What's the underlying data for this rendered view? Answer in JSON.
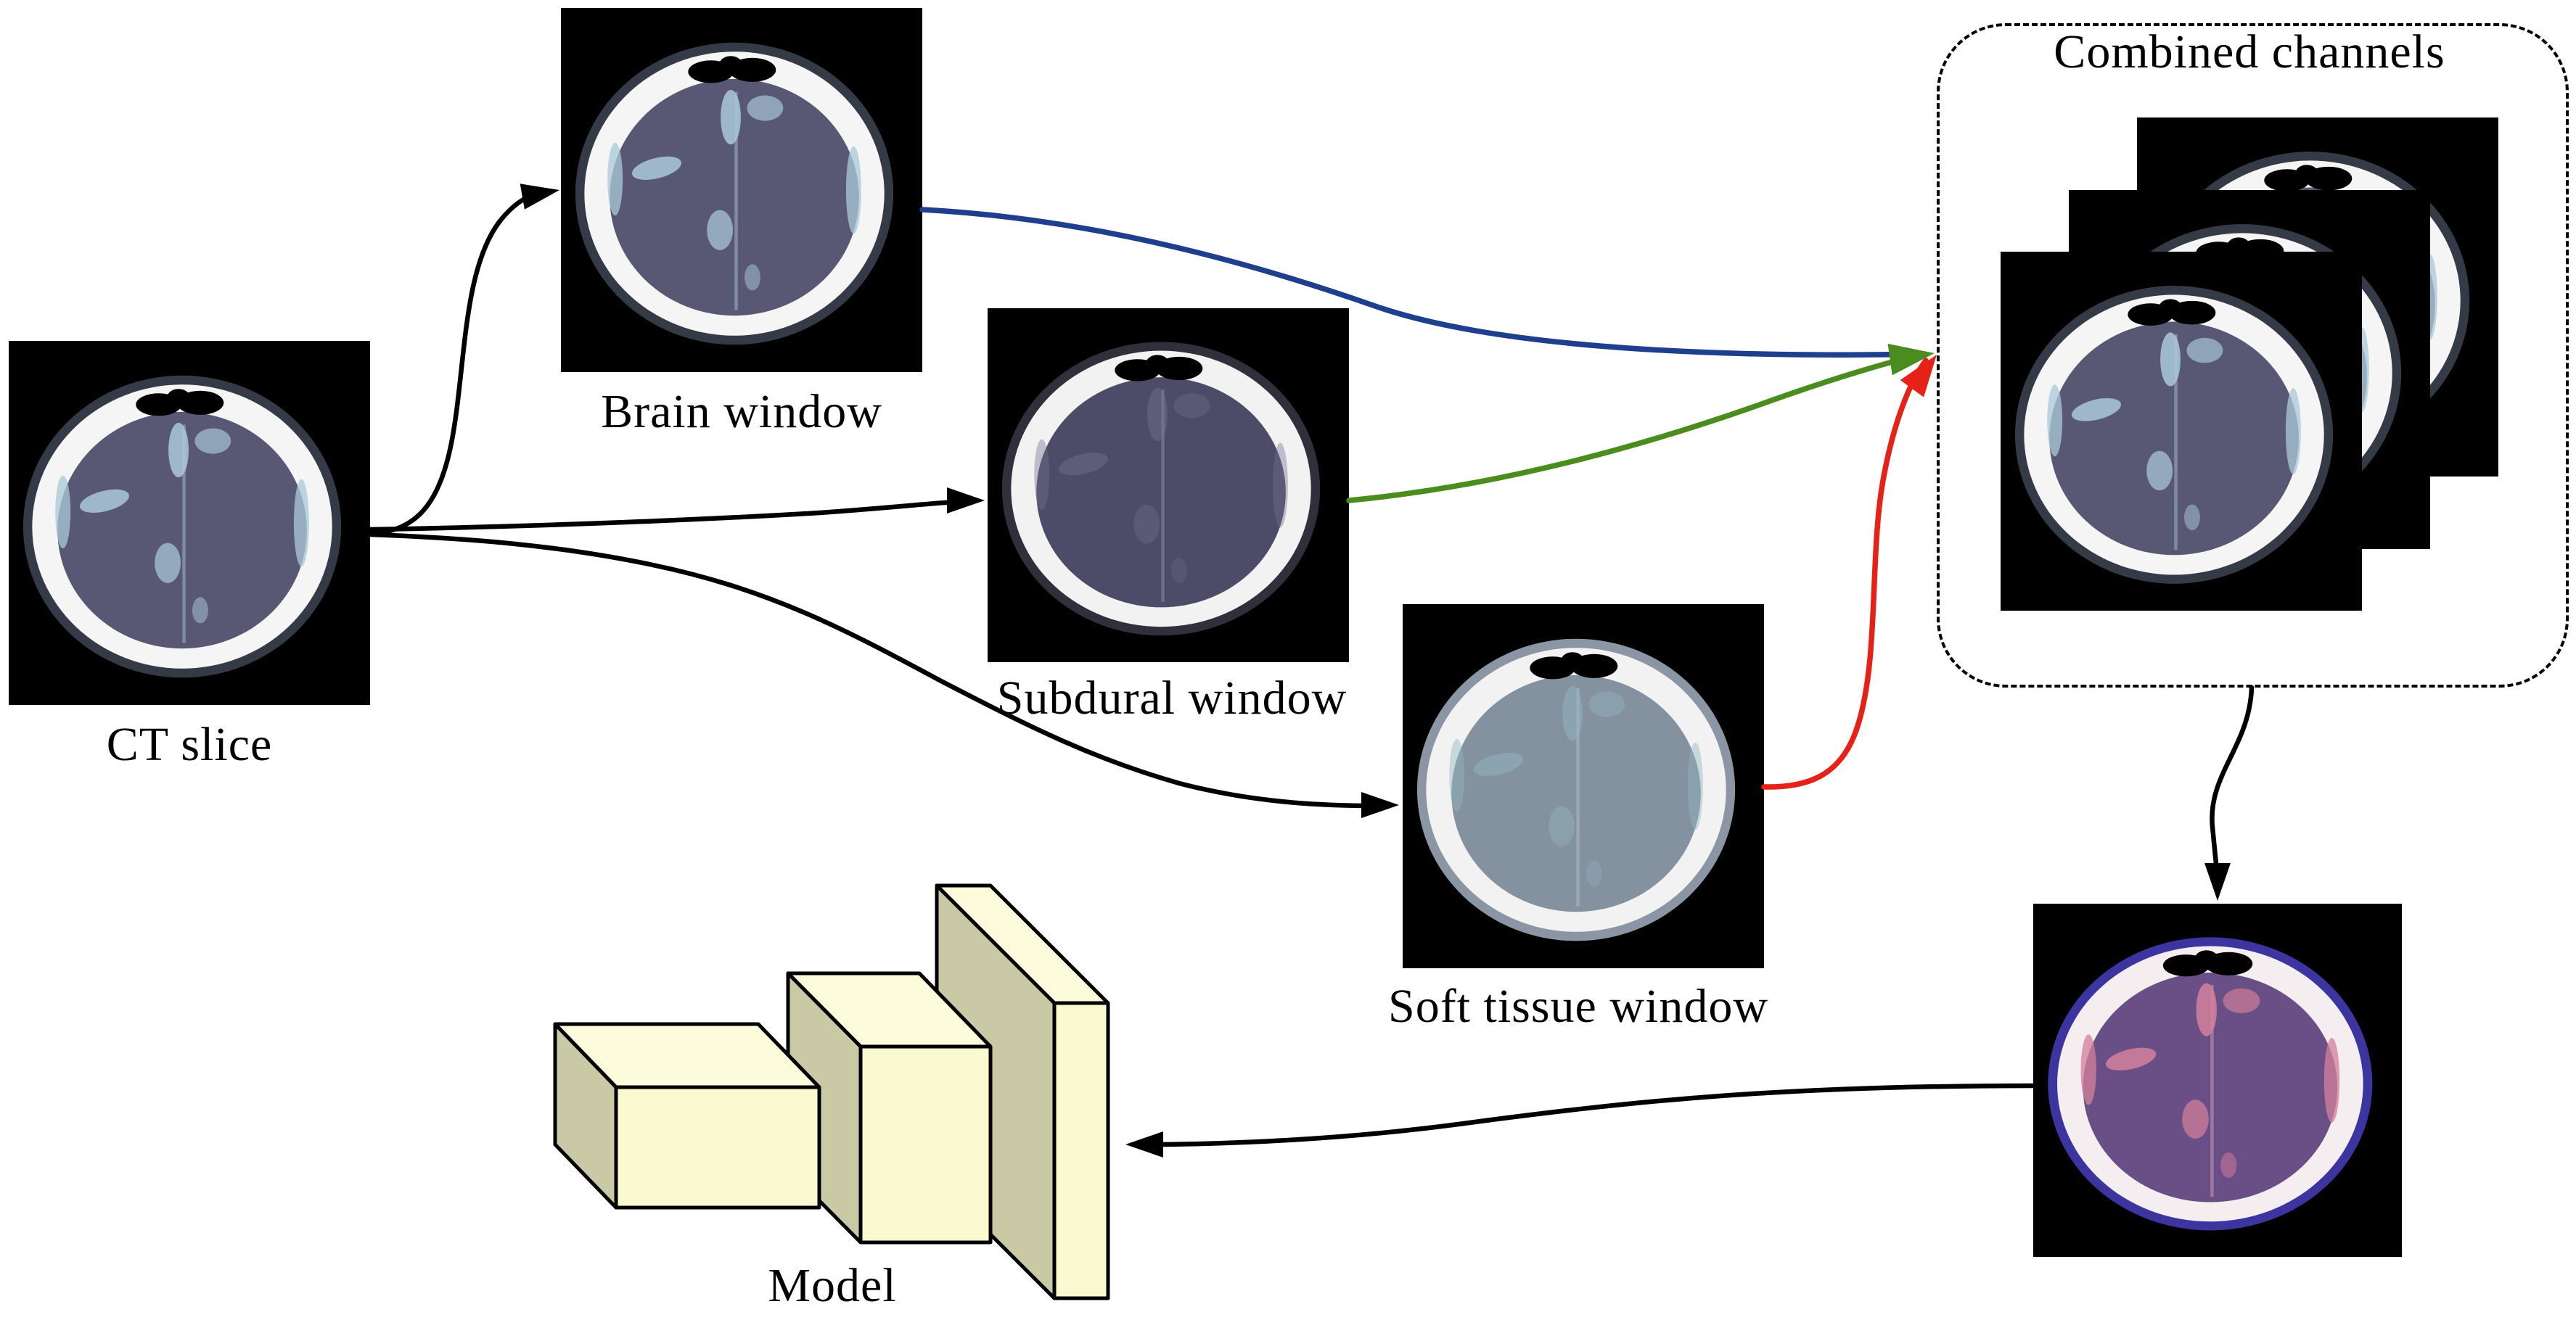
{
  "figure": {
    "title": "CT windowing pipeline",
    "background": "#ffffff"
  },
  "labels": {
    "ct_slice": "CT slice",
    "brain_window": "Brain window",
    "subdural_window": "Subdural window",
    "soft_tissue_window": "Soft tissue window",
    "combined_channels": "Combined channels",
    "model": "Model"
  },
  "colors": {
    "arrow_black": "#000000",
    "brain_channel_arrow_blue": "#1d3f8d",
    "subdural_channel_arrow_green": "#4a8c1e",
    "soft_channel_arrow_red": "#e62117",
    "model_front": "#fafad0",
    "model_top": "#fcfcdc",
    "model_side": "#c9c9a5",
    "model_outline": "#000000",
    "dashed_box_border": "#000000",
    "panel_background": "#000000"
  },
  "panels": {
    "ct_slice": {
      "tissue": "#585874",
      "highlight": "#aac9d8",
      "skull": "#f5f5f5",
      "scalp": "#343a46",
      "fissure": "#9fb8c4",
      "highlight_opacity": 0.85
    },
    "brain_window": {
      "tissue": "#585874",
      "highlight": "#aac9d8",
      "skull": "#f5f5f5",
      "scalp": "#343a46",
      "fissure": "#9fb8c4",
      "highlight_opacity": 0.85
    },
    "subdural_window": {
      "tissue": "#4c4c68",
      "highlight": "#73738f",
      "skull": "#f2f2f2",
      "scalp": "#30303c",
      "fissure": "#8a8aa5",
      "highlight_opacity": 0.45
    },
    "soft_tissue_window": {
      "tissue": "#84919f",
      "highlight": "#93b7c0",
      "skull": "#f2f2f2",
      "scalp": "#8b96a4",
      "fissure": "#aebecb",
      "highlight_opacity": 0.5
    },
    "combined_rgb": {
      "tissue": "#6a4f86",
      "highlight": "#d2809b",
      "skull": "#f5eef1",
      "scalp": "#3c35a0",
      "fissure": "#c79ab0",
      "highlight_opacity": 0.85
    }
  }
}
